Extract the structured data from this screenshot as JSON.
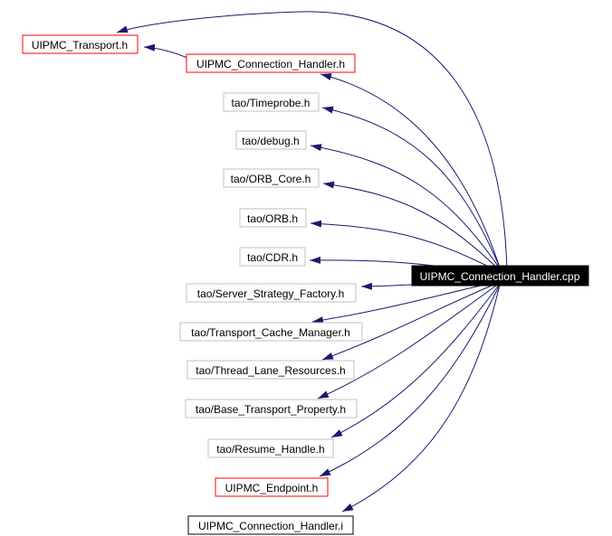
{
  "diagram": {
    "type": "include-dependency-graph",
    "background_color": "#ffffff",
    "edge_color": "#191970",
    "accent_red": "#ff0000",
    "gray_border": "#c0c0c0",
    "nodes": [
      {
        "label": "UIPMC_Transport.h",
        "border_color": "#ff0000",
        "fill": "#ffffff",
        "text_color": "#000000"
      },
      {
        "label": "UIPMC_Connection_Handler.h",
        "border_color": "#ff0000",
        "fill": "#ffffff",
        "text_color": "#000000"
      },
      {
        "label": "tao/Timeprobe.h",
        "border_color": "#c0c0c0",
        "fill": "#ffffff",
        "text_color": "#000000"
      },
      {
        "label": "tao/debug.h",
        "border_color": "#c0c0c0",
        "fill": "#ffffff",
        "text_color": "#000000"
      },
      {
        "label": "tao/ORB_Core.h",
        "border_color": "#c0c0c0",
        "fill": "#ffffff",
        "text_color": "#000000"
      },
      {
        "label": "tao/ORB.h",
        "border_color": "#c0c0c0",
        "fill": "#ffffff",
        "text_color": "#000000"
      },
      {
        "label": "tao/CDR.h",
        "border_color": "#c0c0c0",
        "fill": "#ffffff",
        "text_color": "#000000"
      },
      {
        "label": "UIPMC_Connection_Handler.cpp",
        "border_color": "#000000",
        "fill": "#000000",
        "text_color": "#ffffff"
      },
      {
        "label": "tao/Server_Strategy_Factory.h",
        "border_color": "#c0c0c0",
        "fill": "#ffffff",
        "text_color": "#000000"
      },
      {
        "label": "tao/Transport_Cache_Manager.h",
        "border_color": "#c0c0c0",
        "fill": "#ffffff",
        "text_color": "#000000"
      },
      {
        "label": "tao/Thread_Lane_Resources.h",
        "border_color": "#c0c0c0",
        "fill": "#ffffff",
        "text_color": "#000000"
      },
      {
        "label": "tao/Base_Transport_Property.h",
        "border_color": "#c0c0c0",
        "fill": "#ffffff",
        "text_color": "#000000"
      },
      {
        "label": "tao/Resume_Handle.h",
        "border_color": "#c0c0c0",
        "fill": "#ffffff",
        "text_color": "#000000"
      },
      {
        "label": "UIPMC_Endpoint.h",
        "border_color": "#ff0000",
        "fill": "#ffffff",
        "text_color": "#000000"
      },
      {
        "label": "UIPMC_Connection_Handler.i",
        "border_color": "#000000",
        "fill": "#ffffff",
        "text_color": "#000000"
      }
    ],
    "edges": [
      {
        "from": "UIPMC_Connection_Handler.cpp",
        "to": "UIPMC_Transport.h"
      },
      {
        "from": "UIPMC_Connection_Handler.h",
        "to": "UIPMC_Transport.h"
      },
      {
        "from": "UIPMC_Connection_Handler.cpp",
        "to": "UIPMC_Connection_Handler.h"
      },
      {
        "from": "UIPMC_Connection_Handler.cpp",
        "to": "tao/Timeprobe.h"
      },
      {
        "from": "UIPMC_Connection_Handler.cpp",
        "to": "tao/debug.h"
      },
      {
        "from": "UIPMC_Connection_Handler.cpp",
        "to": "tao/ORB_Core.h"
      },
      {
        "from": "UIPMC_Connection_Handler.cpp",
        "to": "tao/ORB.h"
      },
      {
        "from": "UIPMC_Connection_Handler.cpp",
        "to": "tao/CDR.h"
      },
      {
        "from": "UIPMC_Connection_Handler.cpp",
        "to": "tao/Server_Strategy_Factory.h"
      },
      {
        "from": "UIPMC_Connection_Handler.cpp",
        "to": "tao/Transport_Cache_Manager.h"
      },
      {
        "from": "UIPMC_Connection_Handler.cpp",
        "to": "tao/Thread_Lane_Resources.h"
      },
      {
        "from": "UIPMC_Connection_Handler.cpp",
        "to": "tao/Base_Transport_Property.h"
      },
      {
        "from": "UIPMC_Connection_Handler.cpp",
        "to": "tao/Resume_Handle.h"
      },
      {
        "from": "UIPMC_Connection_Handler.cpp",
        "to": "UIPMC_Endpoint.h"
      },
      {
        "from": "UIPMC_Connection_Handler.cpp",
        "to": "UIPMC_Connection_Handler.i"
      }
    ]
  }
}
